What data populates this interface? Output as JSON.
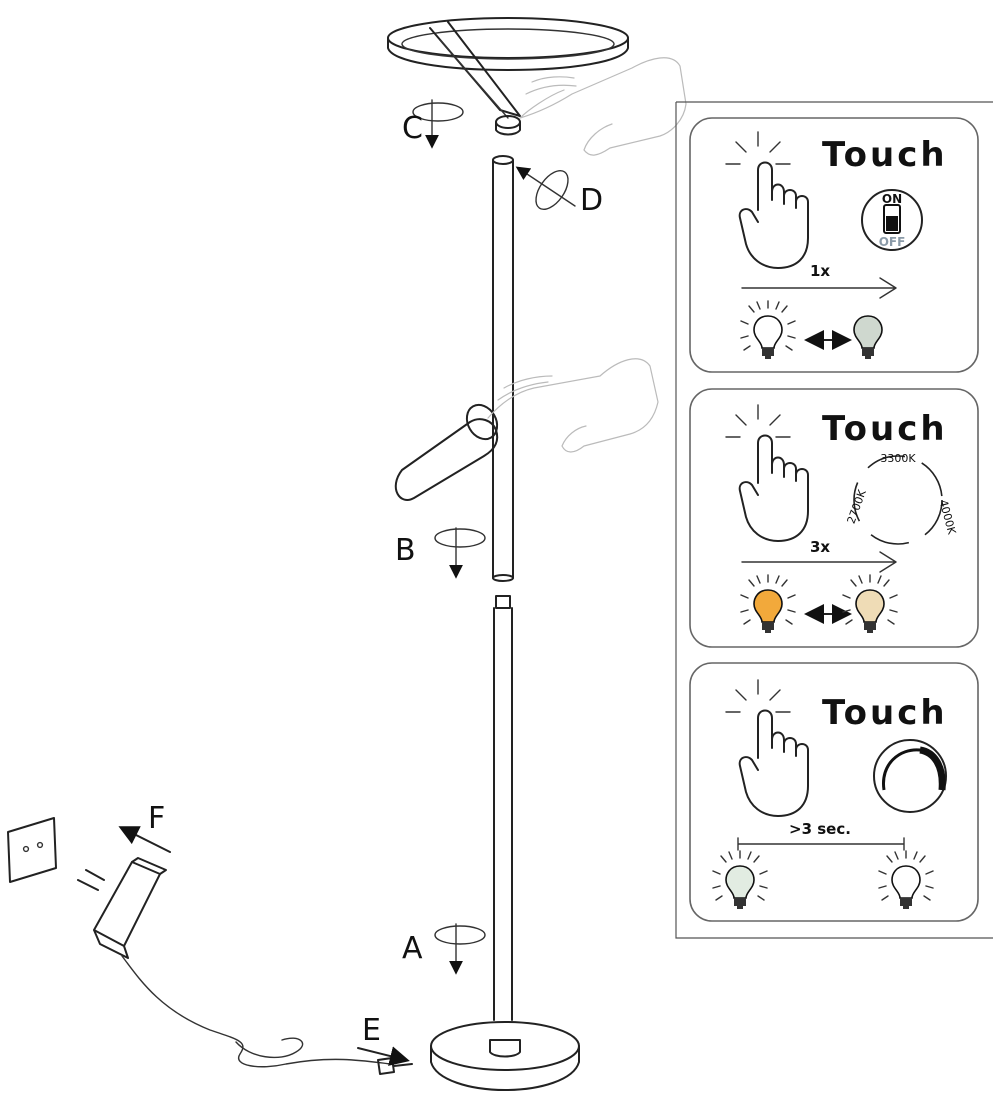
{
  "steps": {
    "A": "A",
    "B": "B",
    "C": "C",
    "D": "D",
    "E": "E",
    "F": "F"
  },
  "panels": [
    {
      "title": "Touch",
      "switch_on": "ON",
      "switch_off": "OFF",
      "count": "1x"
    },
    {
      "title": "Touch",
      "count": "3x",
      "temperatures": [
        "3300K",
        "4000K",
        "2700K"
      ]
    },
    {
      "title": "Touch",
      "count": ">3 sec."
    }
  ],
  "colors": {
    "bulb_off": "#cfd8cf",
    "bulb_warm": "#f2a93b",
    "bulb_neutral": "#efdcb6",
    "bulb_dim": "#e2ece2",
    "switch_off_text": "#8a9aa8"
  },
  "icons": [
    "touch-hand-icon",
    "on-off-switch-icon",
    "color-temperature-cycle-icon",
    "dimmer-arc-icon",
    "light-bulb-icon",
    "double-arrow-icon",
    "power-adapter-icon",
    "wall-socket-icon"
  ]
}
